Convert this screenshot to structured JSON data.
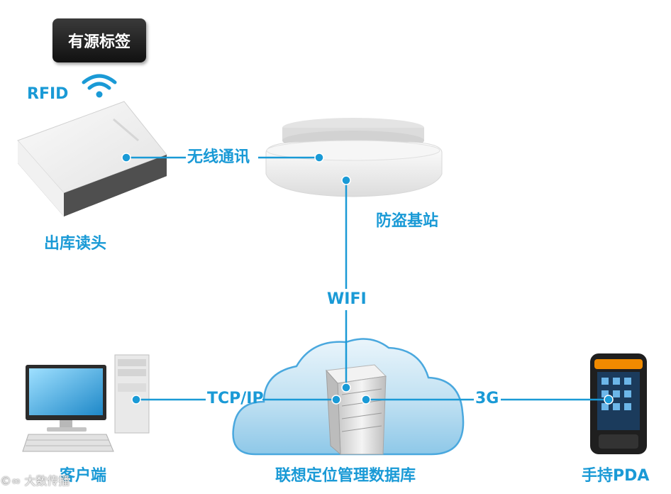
{
  "tag_label": "有源标签",
  "rfid_label": "RFID",
  "link_wireless_label": "无线通讯",
  "base_station_label": "防盗基站",
  "reader_label": "出库读头",
  "wifi_label": "WIFI",
  "tcpip_label": "TCP/IP",
  "link_3g_label": "3G",
  "client_label": "客户端",
  "database_label": "联想定位管理数据库",
  "pda_label": "手持PDA",
  "watermark_text": "大数传播",
  "colors": {
    "accent": "#1a9ad6",
    "tag_bg": "#1a1a1a"
  }
}
